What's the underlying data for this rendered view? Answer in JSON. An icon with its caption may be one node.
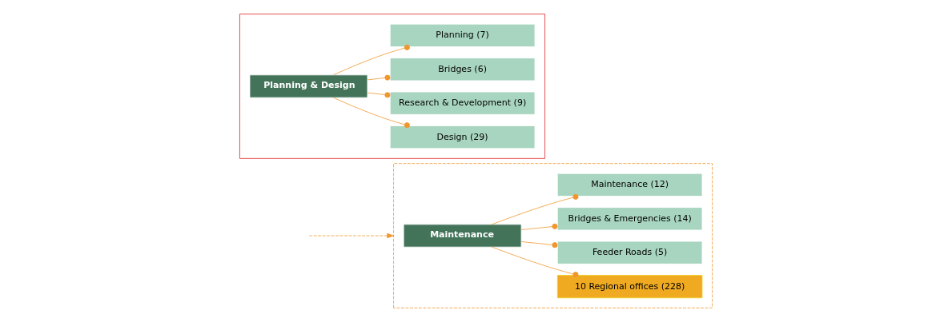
{
  "diagram": {
    "nodes": [
      {
        "text": [],
        "shape": "box"
      },
      {
        "text": [
          "Planning & Design"
        ],
        "in": 0
      },
      {
        "text": [
          "Planning (7)"
        ],
        "in": 0
      },
      {
        "text": [
          "Bridges (6)"
        ],
        "in": 0
      },
      {
        "text": [
          "Research & Development (9)"
        ],
        "in": 0
      },
      {
        "text": [
          "Design (29)"
        ],
        "in": 0
      },
      {
        "text": [],
        "shape": "box"
      },
      {
        "text": [
          "Maintenance"
        ],
        "in": 6
      },
      {
        "text": [
          "Maintenance (12)"
        ],
        "in": 6
      },
      {
        "text": [
          "Bridges & Emergencies (14)"
        ],
        "in": 6
      },
      {
        "text": [
          "Feeder Roads (5)"
        ],
        "in": 6
      },
      {
        "text": [
          "10 Regional offices (228)"
        ],
        "in": 6
      }
    ],
    "edges": [
      {
        "from": 1,
        "to": 2,
        "arrow": "other"
      },
      {
        "from": 1,
        "to": 3,
        "arrow": "other"
      },
      {
        "from": 1,
        "to": 4,
        "arrow": "other"
      },
      {
        "from": 1,
        "to": 5,
        "arrow": "other"
      },
      {
        "from": 7,
        "to": 8,
        "arrow": "other"
      },
      {
        "from": 7,
        "to": 9,
        "arrow": "other"
      },
      {
        "from": 7,
        "to": 10,
        "arrow": "other"
      },
      {
        "from": 7,
        "to": 11,
        "arrow": "other"
      },
      {
        "from": null,
        "to": 6,
        "arrow": "to",
        "style": "dashed"
      }
    ]
  }
}
